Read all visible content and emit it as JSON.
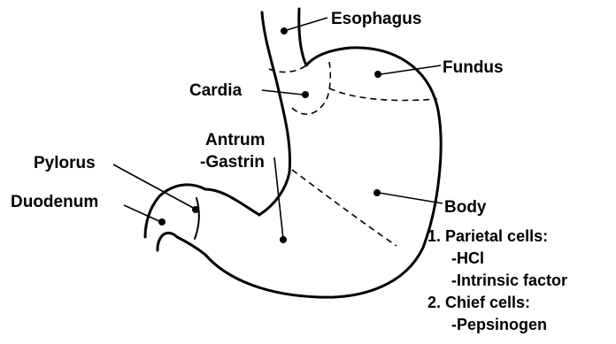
{
  "labels": {
    "esophagus": "Esophagus",
    "fundus": "Fundus",
    "cardia": "Cardia",
    "antrum": "Antrum",
    "gastrin": "-Gastrin",
    "pylorus": "Pylorus",
    "duodenum": "Duodenum",
    "body": "Body"
  },
  "body_list": [
    "1. Parietal cells:",
    "-HCl",
    "-Intrinsic factor",
    "2. Chief cells:",
    "-Pepsinogen"
  ]
}
